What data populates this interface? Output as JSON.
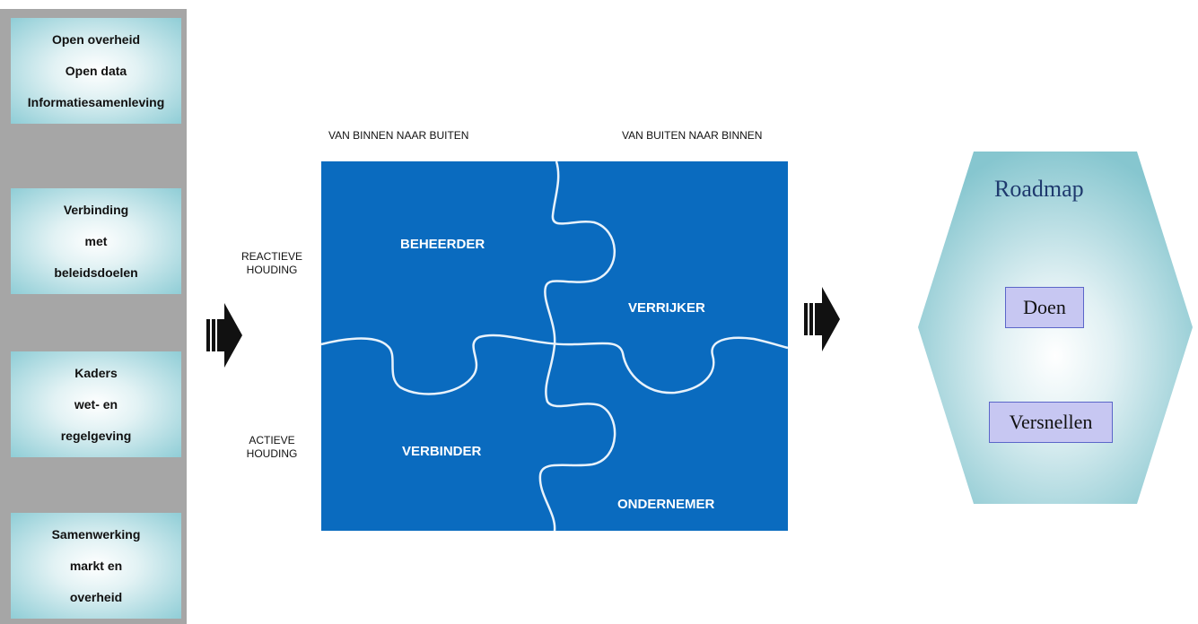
{
  "sidebar": {
    "boxes": [
      {
        "lines": [
          "Open overheid",
          "Open data",
          "Informatiesamenleving"
        ]
      },
      {
        "lines": [
          "Verbinding",
          "met",
          "beleidsdoelen"
        ]
      },
      {
        "lines": [
          "Kaders",
          "wet- en",
          "regelgeving"
        ]
      },
      {
        "lines": [
          "Samenwerking",
          "markt en",
          "overheid"
        ]
      }
    ]
  },
  "axis": {
    "top_left": "VAN BINNEN NAAR BUITEN",
    "top_right": "VAN BUITEN NAAR BINNEN",
    "row_top": "REACTIEVE\nHOUDING",
    "row_bottom": "ACTIEVE\nHOUDING"
  },
  "puzzle": {
    "top_left": "BEHEERDER",
    "top_right": "VERRIJKER",
    "bottom_left": "VERBINDER",
    "bottom_right": "ONDERNEMER",
    "color": "#0a6bbf"
  },
  "roadmap": {
    "title": "Roadmap",
    "items": [
      "Doen",
      "Versnellen"
    ]
  }
}
